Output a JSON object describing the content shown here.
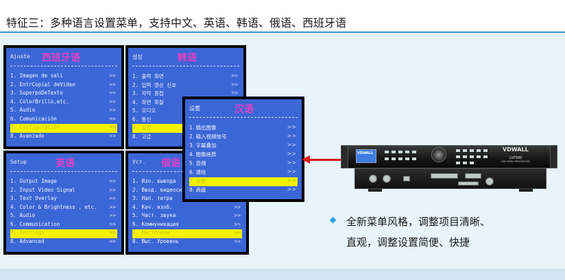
{
  "header": {
    "title": "特征三：多种语言设置菜单，支持中文、英语、韩语、俄语、西班牙语"
  },
  "panels": {
    "spanish": {
      "menu": "Ajuste",
      "lang": "西班牙语",
      "items": [
        "1. Imagen de sali",
        "2. EntrCopial deVideo",
        "3. SuperpoDeTexto",
        "4. ColorBrillo,etc.",
        "5. Audio",
        "6. Comunicación",
        "7. Configuración",
        "8. Avanzado"
      ]
    },
    "korean": {
      "menu": "설정",
      "lang": "韩语",
      "items": [
        "1. 출력 화면",
        "2. 입력 영상 신호",
        "3. 자막 중첩",
        "4. 화면 화질",
        "5. 오디오",
        "6. 통신",
        "7. 설정",
        "8. 고급"
      ]
    },
    "english": {
      "menu": "Setup",
      "lang": "英语",
      "items": [
        "1. Output Image",
        "2. Input Video Signal",
        "3. Text Overlay",
        "4. Color & Brightness , etc.",
        "5. Audio",
        "6. Communication",
        "7. Settings",
        "8. Advanced"
      ]
    },
    "russian": {
      "menu": "Уст.",
      "lang": "俄语",
      "items": [
        "1. Изо. вывода",
        "2. Ввод. видеосигнала",
        "3. Нал. титра",
        "4. Кач. изоб.",
        "5. Част. звука",
        "6. Коммуникация",
        "7. Настройки",
        "8. Выс. Уровень"
      ]
    },
    "chinese": {
      "menu": "设置",
      "lang": "汉语",
      "items": [
        "1. 输出图像",
        "2. 输入视频信号",
        "3. 字幕叠加",
        "4. 图像画质",
        "5. 音频",
        "6. 通信",
        "7. 设置",
        "8. 高级"
      ]
    }
  },
  "device": {
    "lcd": "VDWALL",
    "brand": "VDWALL",
    "model": "LVP300",
    "model_sub": "LED VIDEO PROCESSOR"
  },
  "features": {
    "line1": "全新菜单风格，调整项目清晰、",
    "line2": "直观，调整设置简便、快捷"
  },
  "colors": {
    "screen_bg": "#3b66d6",
    "title_magenta": "#e040c8",
    "highlight": "#f4f200",
    "arrow": "#e01818",
    "accent": "#2aa6e0"
  }
}
